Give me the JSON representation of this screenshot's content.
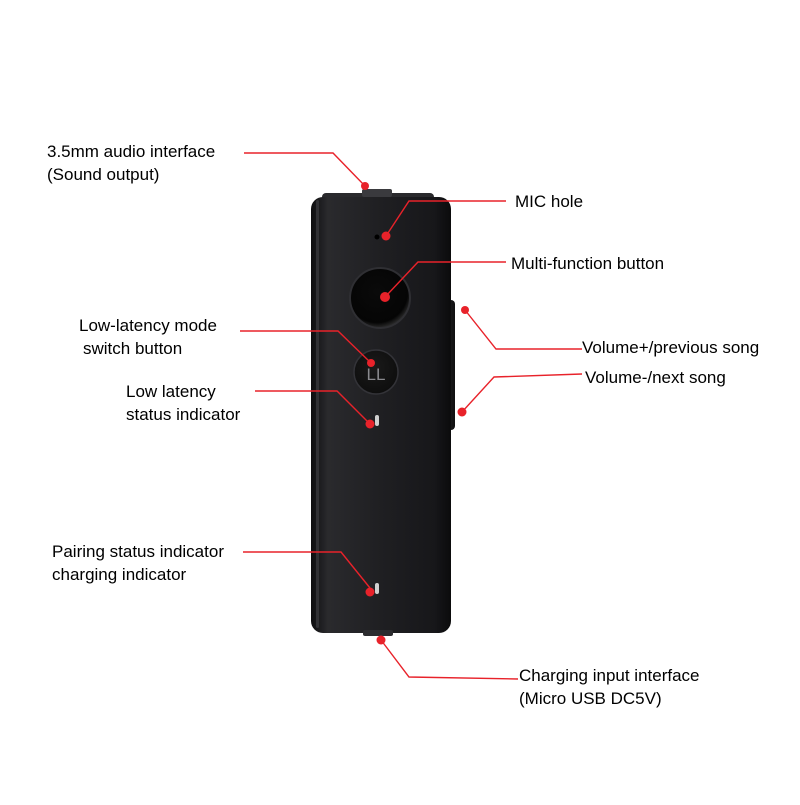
{
  "colors": {
    "leader_line": "#e8222a",
    "device_body": "#1c1c1e",
    "indicator": "#d42a2a",
    "background": "#ffffff"
  },
  "device": {
    "button_label": "LL"
  },
  "callouts": {
    "audio_interface": {
      "line1": "3.5mm audio interface",
      "line2": "(Sound output)"
    },
    "mic_hole": {
      "line1": "MIC hole"
    },
    "multifunction": {
      "line1": "Multi-function button"
    },
    "low_latency_mode": {
      "line1": "Low-latency mode",
      "line2": "switch button"
    },
    "volume_plus": {
      "line1": "Volume+/previous song"
    },
    "volume_minus": {
      "line1": "Volume-/next song"
    },
    "low_latency_status": {
      "line1": "Low latency",
      "line2": "status indicator"
    },
    "pairing_status": {
      "line1": "Pairing status indicator",
      "line2": "charging indicator"
    },
    "charging_input": {
      "line1": "Charging input interface",
      "line2": "(Micro USB DC5V)"
    }
  }
}
